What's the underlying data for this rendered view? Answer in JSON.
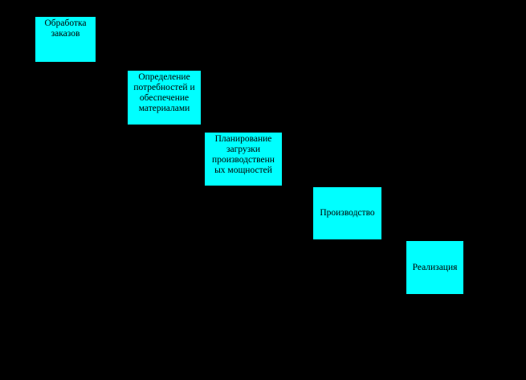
{
  "diagram": {
    "background_color": "#000000",
    "box_color": "#00ffff",
    "steps": [
      {
        "label": "Обработка\nзаказов"
      },
      {
        "label": "Определение\nпотребностей и\nобеспечение\nматериалами"
      },
      {
        "label": "Планирование\nзагрузки\nпроизводственн\nых мощностей"
      },
      {
        "label": "Производство"
      },
      {
        "label": "Реализация"
      }
    ]
  }
}
